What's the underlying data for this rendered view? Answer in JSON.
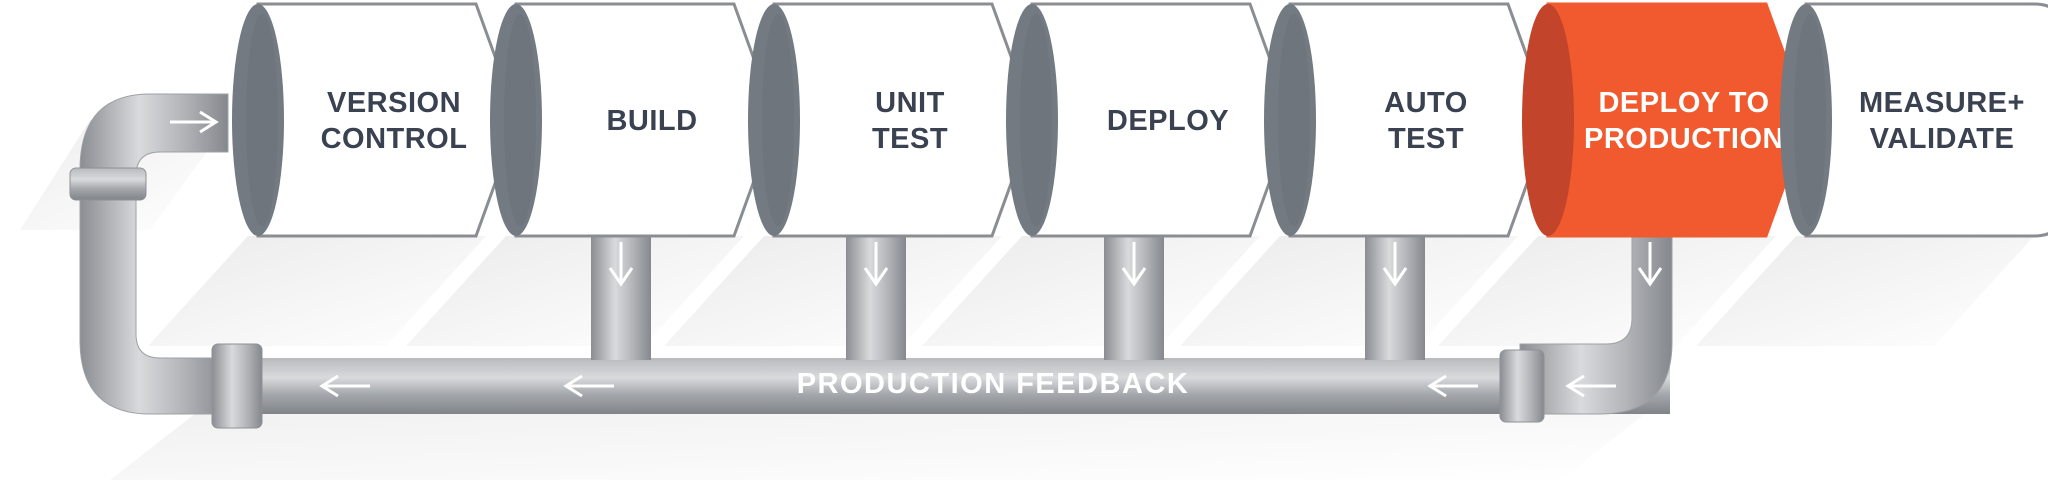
{
  "diagram": {
    "stages": [
      {
        "lines": [
          "VERSION",
          "CONTROL"
        ],
        "highlight": false
      },
      {
        "lines": [
          "BUILD"
        ],
        "highlight": false
      },
      {
        "lines": [
          "UNIT",
          "TEST"
        ],
        "highlight": false
      },
      {
        "lines": [
          "DEPLOY"
        ],
        "highlight": false
      },
      {
        "lines": [
          "AUTO",
          "TEST"
        ],
        "highlight": false
      },
      {
        "lines": [
          "DEPLOY TO",
          "PRODUCTION"
        ],
        "highlight": true
      },
      {
        "lines": [
          "MEASURE+",
          "VALIDATE"
        ],
        "highlight": false
      }
    ],
    "feedback_label": "PRODUCTION FEEDBACK",
    "colors": {
      "stage_fill": "#ffffff",
      "stage_stroke": "#8a8d92",
      "stage_text": "#3a4150",
      "highlight_fill": "#f05a2e",
      "highlight_end": "#c2442a",
      "highlight_text": "#ffffff",
      "end_cap": "#737a82",
      "pipe_light": "#c9cbce",
      "pipe_dark": "#8e9196",
      "feedback_text": "#ffffff",
      "arrow": "#ffffff",
      "shadow": "#e6e6e6"
    },
    "icons": {
      "flow_arrow": "arrow-icon",
      "drop_arrow": "down-arrow-icon"
    }
  }
}
